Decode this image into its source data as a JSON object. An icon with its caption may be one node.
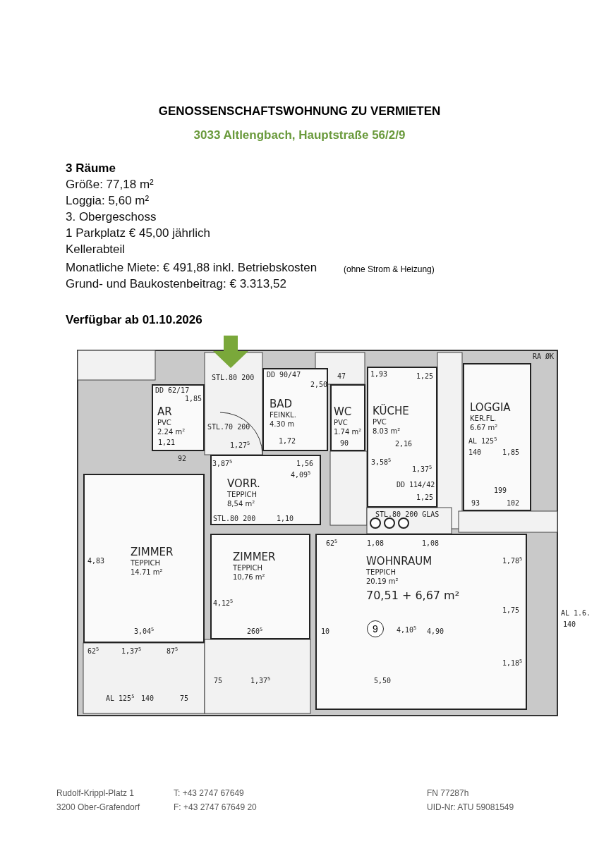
{
  "diagram": {
    "title": "GENOSSENSCHAFTSWOHNUNG ZU VERMIETEN",
    "nodes": [
      {
        "text": [
          "AR",
          "PVC",
          "2.24 m²"
        ]
      },
      {
        "text": [
          "BAD",
          "FEINKL.",
          "4.30 m"
        ]
      },
      {
        "text": [
          "WC",
          "PVC",
          "1.74 m²"
        ]
      },
      {
        "text": [
          "KÜCHE",
          "PVC",
          "8.03 m²"
        ]
      },
      {
        "text": [
          "LOGGIA",
          "KER.FL.",
          "6.67 m²"
        ]
      },
      {
        "text": [
          "VORR.",
          "TEPPICH",
          "8,54 m²"
        ]
      },
      {
        "text": [
          "ZIMMER",
          "TEPPICH",
          "14.71 m²"
        ]
      },
      {
        "text": [
          "ZIMMER",
          "TEPPICH",
          "10,76 m²"
        ]
      },
      {
        "text": [
          "WOHNRAUM",
          "TEPPICH",
          "20.19 m²",
          "70,51 + 6,67 m²"
        ]
      }
    ],
    "edges": [],
    "labels": [
      "3033 Altlengbach, Hauptstraße 56/2/9",
      "3 Räume",
      "Größe: 77,18 m²",
      "Loggia: 5,60 m²",
      "3. Obergeschoss",
      "1 Parkplatz € 45,00 jährlich",
      "Kellerabteil",
      "Monatliche Miete: € 491,88 inkl. Betriebskosten",
      "(ohne Strom & Heizung)",
      "Grund- und Baukostenbeitrag: € 3.313,52",
      "Verfügbar ab 01.10.2026",
      "RA ØK",
      "STL.80 200",
      "DD 62/17",
      "1,85",
      "DD 90/47",
      "2,50",
      "47",
      "1,93",
      "1,25",
      "STL.70 200",
      "1,21",
      "1,27$^{5}$",
      "1,72",
      "90",
      "2,16",
      "1,37$^{5}$",
      "3,58$^{5}$",
      "140",
      "1,85",
      "AL 125$^{5}$",
      "92",
      "3,87$^{5}$",
      "1,56",
      "4,09$^{5}$",
      "DD 114/42",
      "1,25",
      "199",
      "93",
      "102",
      "STL.80 200",
      "1,10",
      "STL.80 200 GLAS",
      "62$^{5}$",
      "1,08",
      "1,08",
      "4,83",
      "4,12$^{5}$",
      "1,78$^{5}$",
      "1,75",
      "AL 1.6.",
      "140",
      "3,04$^{5}$",
      "260$^{5}$",
      "10",
      "9",
      "4,10$^{5}$",
      "4,90",
      "62$^{5}$",
      "1,37$^{5}$",
      "87$^{5}$",
      "1,18$^{5}$",
      "75",
      "1,37$^{5}$",
      "5,50",
      "AL 125$^{5}$",
      "140",
      "75",
      "Rudolf-Krippl-Platz 1",
      "T: +43 2747 67649",
      "FN 77287h",
      "3200 Ober-Grafendorf",
      "F: +43 2747 67649 20",
      "UID-Nr: ATU 59081549"
    ]
  }
}
